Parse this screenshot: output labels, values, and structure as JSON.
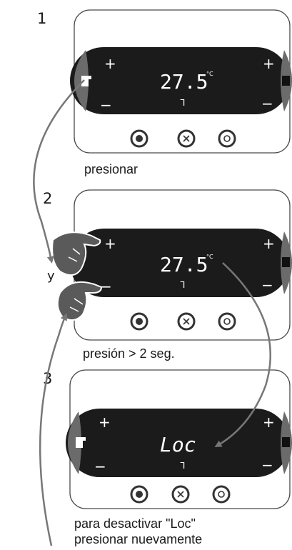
{
  "steps": [
    {
      "number": "1",
      "display_value": "27.5",
      "unit": "°C",
      "caption": "presionar"
    },
    {
      "number": "2",
      "display_value": "27.5",
      "unit": "°C",
      "caption": "presión > 2 seg.",
      "connector": "y"
    },
    {
      "number": "3",
      "display_value": "Loc",
      "caption_line1": "para desactivar \"Loc\"",
      "caption_line2": "presionar nuevamente"
    }
  ],
  "colors": {
    "panel_dark": "#1b1b1b",
    "side_cap": "#6b6b6b",
    "device_border": "#4a4a4a",
    "arrow": "#777777",
    "hand": "#5a5a5a"
  }
}
